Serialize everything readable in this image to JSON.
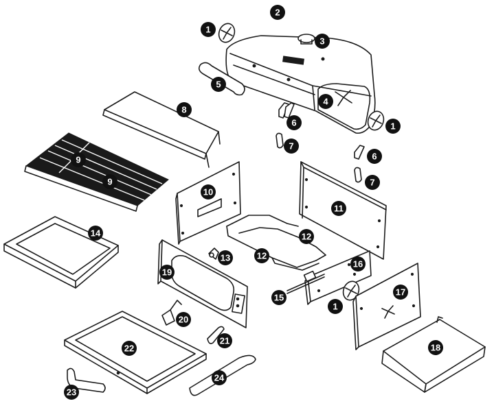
{
  "diagram": {
    "callouts": [
      {
        "id": "c1a",
        "label": "1"
      },
      {
        "id": "c2",
        "label": "2"
      },
      {
        "id": "c3",
        "label": "3"
      },
      {
        "id": "c1b",
        "label": "1"
      },
      {
        "id": "c5",
        "label": "5"
      },
      {
        "id": "c4",
        "label": "4"
      },
      {
        "id": "c8",
        "label": "8"
      },
      {
        "id": "c6a",
        "label": "6"
      },
      {
        "id": "c7a",
        "label": "7"
      },
      {
        "id": "c6b",
        "label": "6"
      },
      {
        "id": "c7b",
        "label": "7"
      },
      {
        "id": "c9a",
        "label": "9"
      },
      {
        "id": "c9b",
        "label": "9"
      },
      {
        "id": "c10",
        "label": "10"
      },
      {
        "id": "c11",
        "label": "11"
      },
      {
        "id": "c12a",
        "label": "12"
      },
      {
        "id": "c12b",
        "label": "12"
      },
      {
        "id": "c13",
        "label": "13"
      },
      {
        "id": "c14",
        "label": "14"
      },
      {
        "id": "c16",
        "label": "16"
      },
      {
        "id": "c19",
        "label": "19"
      },
      {
        "id": "c15",
        "label": "15"
      },
      {
        "id": "c1c",
        "label": "1"
      },
      {
        "id": "c17",
        "label": "17"
      },
      {
        "id": "c20",
        "label": "20"
      },
      {
        "id": "c21",
        "label": "21"
      },
      {
        "id": "c22",
        "label": "22"
      },
      {
        "id": "c18",
        "label": "18"
      },
      {
        "id": "c24",
        "label": "24"
      },
      {
        "id": "c23",
        "label": "23"
      }
    ],
    "colors": {
      "ink": "#1a1a1a",
      "callout_fill": "#111111",
      "callout_text": "#ffffff",
      "background": "#ffffff"
    }
  }
}
